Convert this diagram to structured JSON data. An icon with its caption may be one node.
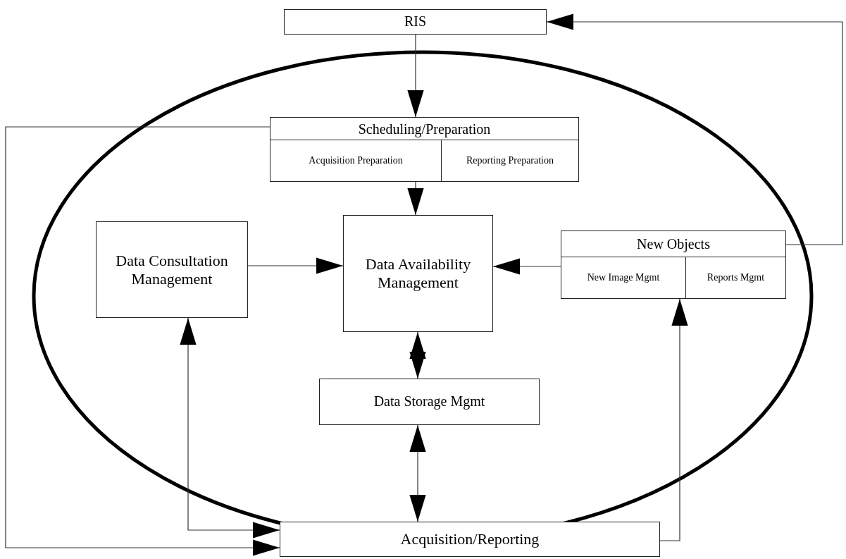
{
  "diagram": {
    "nodes": [
      {
        "text": [
          "RIS"
        ]
      },
      {
        "text": [
          "Scheduling/Preparation"
        ]
      },
      {
        "text": [
          "Acquisition Preparation"
        ],
        "in": 1
      },
      {
        "text": [
          "Reporting Preparation"
        ],
        "in": 1
      },
      {
        "text": [
          "Data Consultation Management"
        ]
      },
      {
        "text": [
          "Data Availability Management"
        ]
      },
      {
        "text": [
          "New Objects"
        ]
      },
      {
        "text": [
          "New Image Mgmt"
        ],
        "in": 6
      },
      {
        "text": [
          "Reports Mgmt"
        ],
        "in": 6
      },
      {
        "text": [
          "Data Storage Mgmt"
        ]
      },
      {
        "text": [
          "Acquisition/Reporting"
        ]
      }
    ],
    "edges": [
      {
        "from": 0,
        "to": 1,
        "arrow": "to"
      },
      {
        "from": 1,
        "to": 10,
        "arrow": "to"
      },
      {
        "from": 1,
        "to": 5,
        "arrow": "to"
      },
      {
        "from": 4,
        "to": 5,
        "arrow": "to"
      },
      {
        "from": 6,
        "to": 5,
        "arrow": "to"
      },
      {
        "from": 6,
        "to": 0,
        "arrow": "to"
      },
      {
        "from": 5,
        "to": 9,
        "arrow": "both"
      },
      {
        "from": 9,
        "to": 10,
        "arrow": "both"
      },
      {
        "from": 4,
        "to": 10,
        "arrow": "both"
      },
      {
        "from": 10,
        "to": 6,
        "arrow": "to"
      }
    ]
  }
}
